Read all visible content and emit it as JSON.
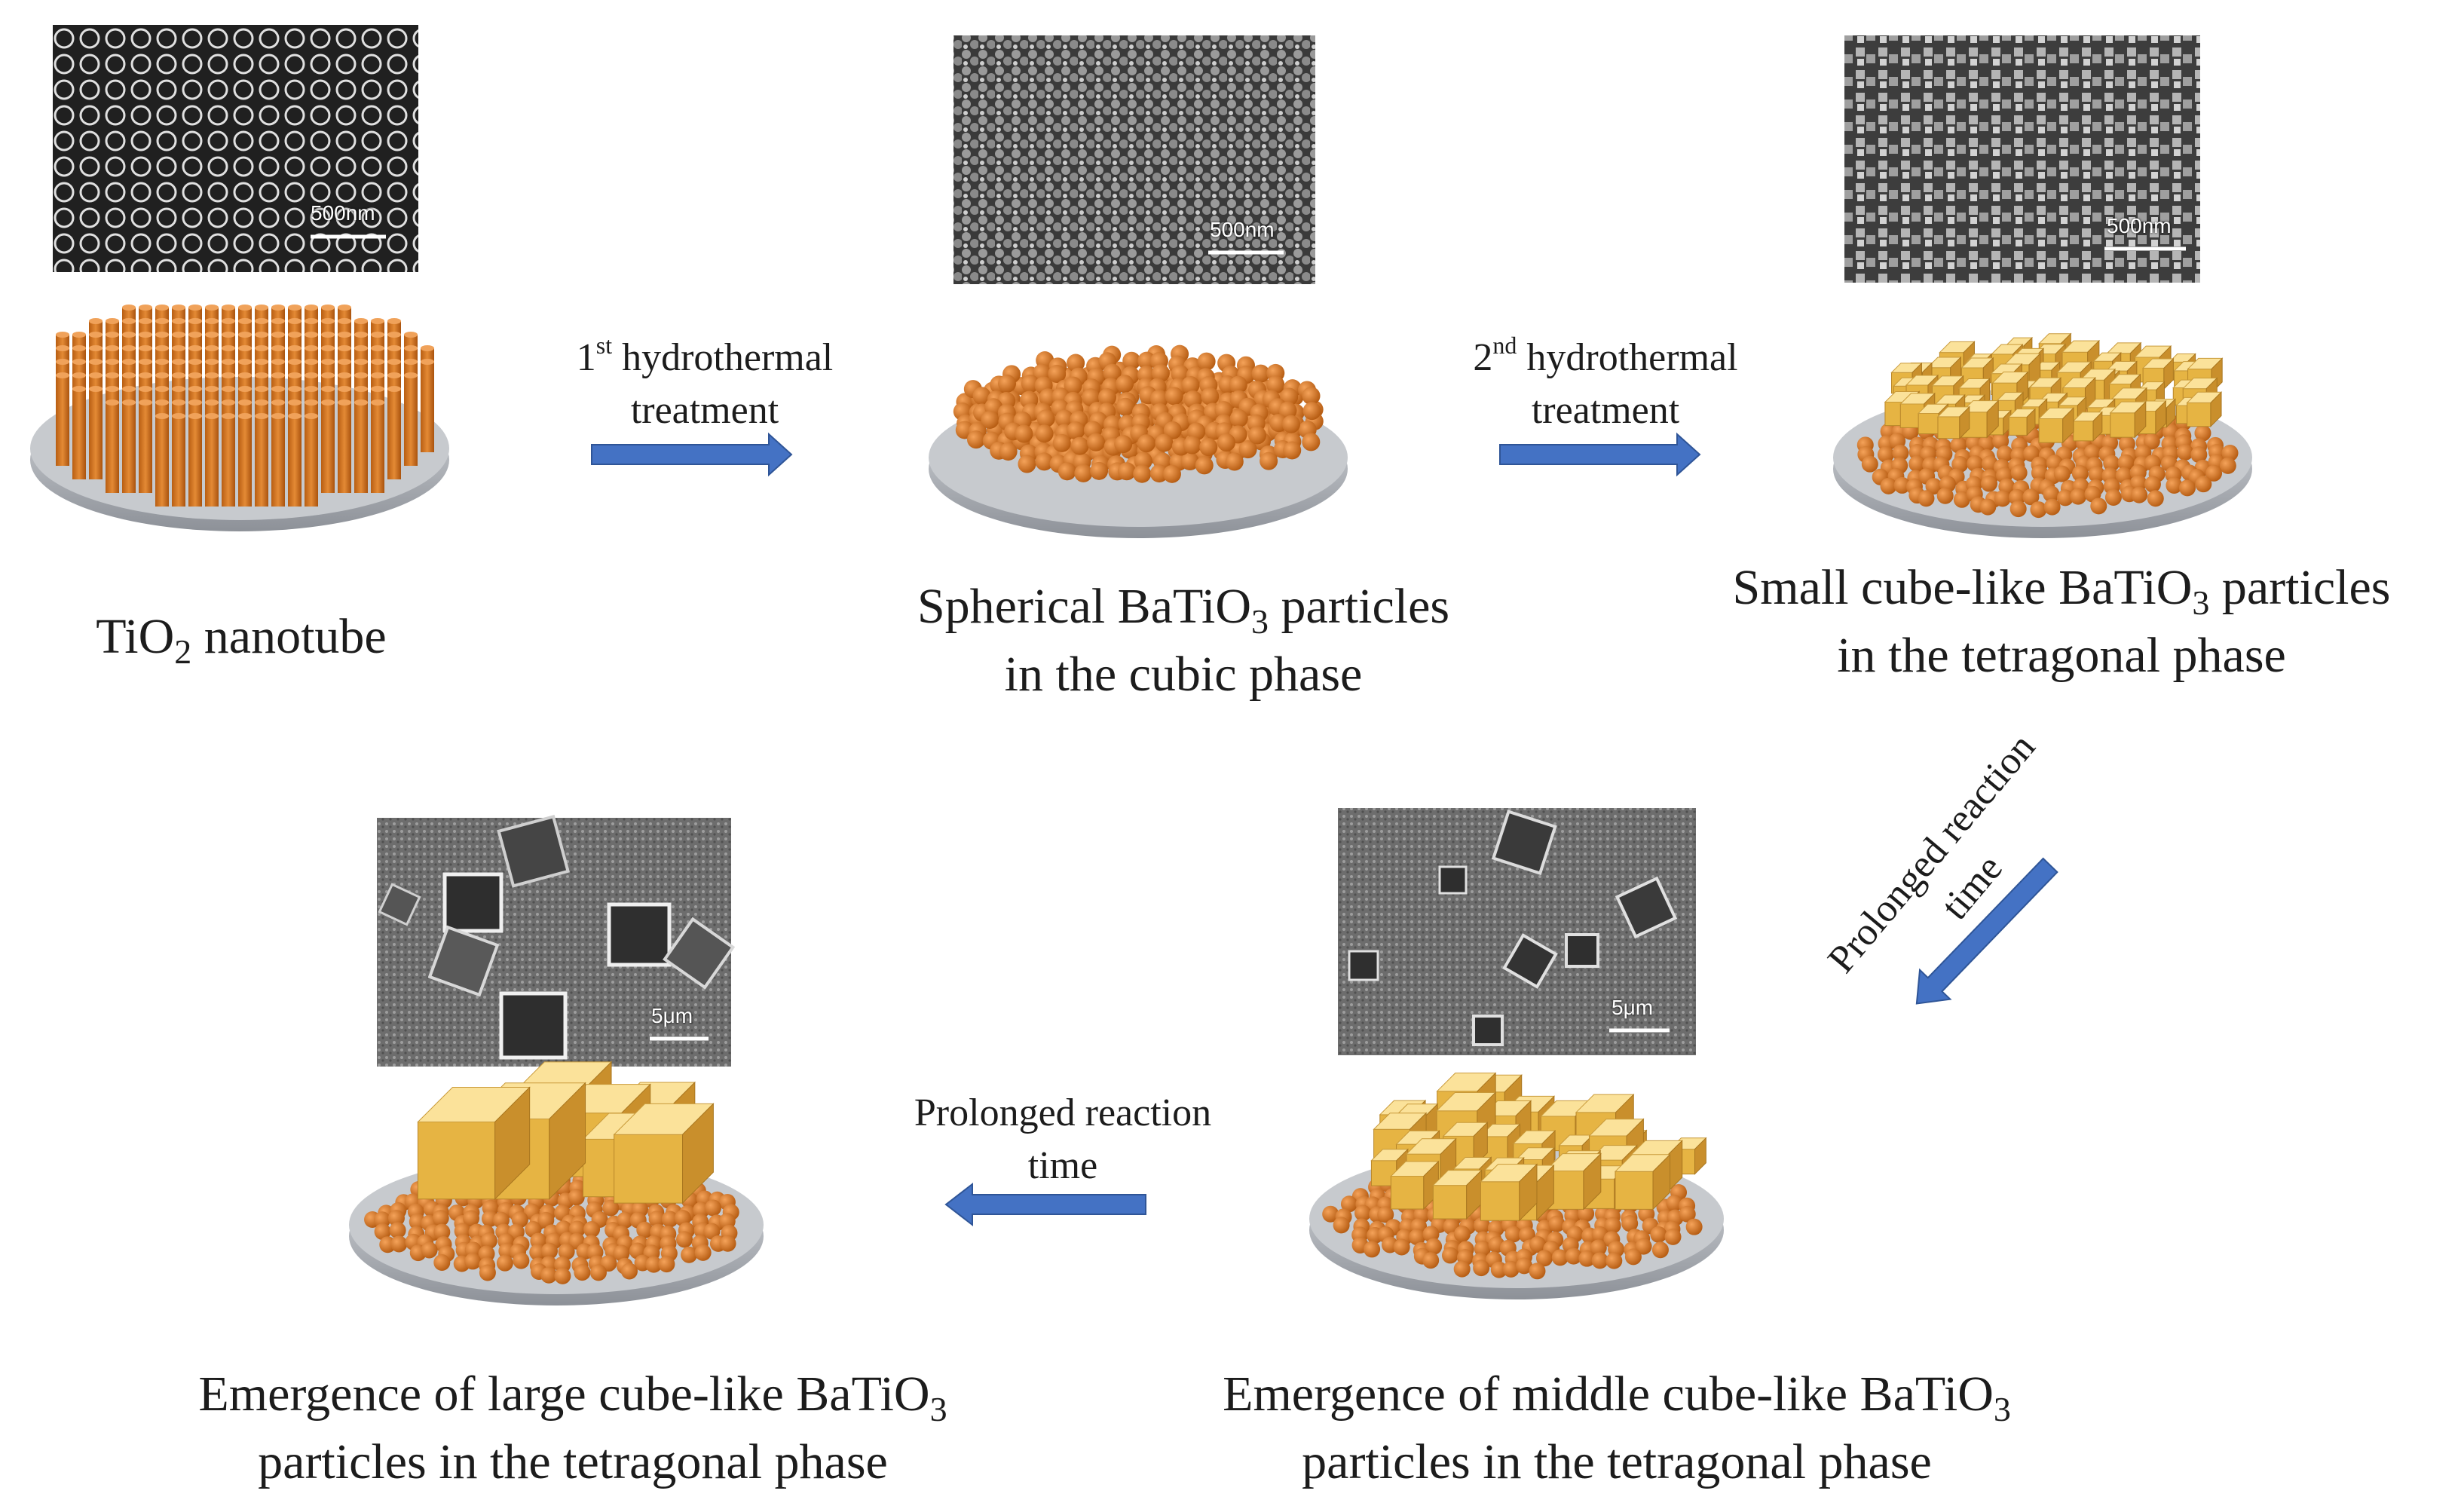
{
  "colors": {
    "arrow": "#4472c4",
    "arrow_stroke": "#2f5597",
    "orange_particle": "#d2711c",
    "yellow_crystal": "#f2c14e",
    "substrate": "#a9adb3",
    "sem_dark": "#2a2a2a"
  },
  "stages": {
    "s1": {
      "caption_main": "TiO",
      "caption_sub": "2",
      "caption_rest": " nanotube",
      "scale_bar": "500nm"
    },
    "s2": {
      "caption_line1_a": "Spherical BaTiO",
      "caption_line1_sub": "3",
      "caption_line1_b": " particles",
      "caption_line2": "in the cubic phase",
      "scale_bar": "500nm"
    },
    "s3": {
      "caption_line1_a": "Small cube-like BaTiO",
      "caption_line1_sub": "3",
      "caption_line1_b": " particles",
      "caption_line2": "in the tetragonal phase",
      "scale_bar": "500nm"
    },
    "s4": {
      "caption_line1_a": "Emergence of middle cube-like BaTiO",
      "caption_line1_sub": "3",
      "caption_line2": "particles in the tetragonal phase",
      "scale_bar": "5μm"
    },
    "s5": {
      "caption_line1_a": "Emergence of large cube-like BaTiO",
      "caption_line1_sub": "3",
      "caption_line2": "particles in the tetragonal phase",
      "scale_bar": "5μm"
    }
  },
  "arrows": {
    "a1": {
      "ordinal_num": "1",
      "ordinal_sup": "st",
      "label_line1_rest": " hydrothermal",
      "label_line2": "treatment"
    },
    "a2": {
      "ordinal_num": "2",
      "ordinal_sup": "nd",
      "label_line1_rest": " hydrothermal",
      "label_line2": "treatment"
    },
    "a3": {
      "label_line1": "Prolonged reaction",
      "label_line2": "time"
    },
    "a4": {
      "label_line1": "Prolonged reaction",
      "label_line2": "time"
    }
  }
}
